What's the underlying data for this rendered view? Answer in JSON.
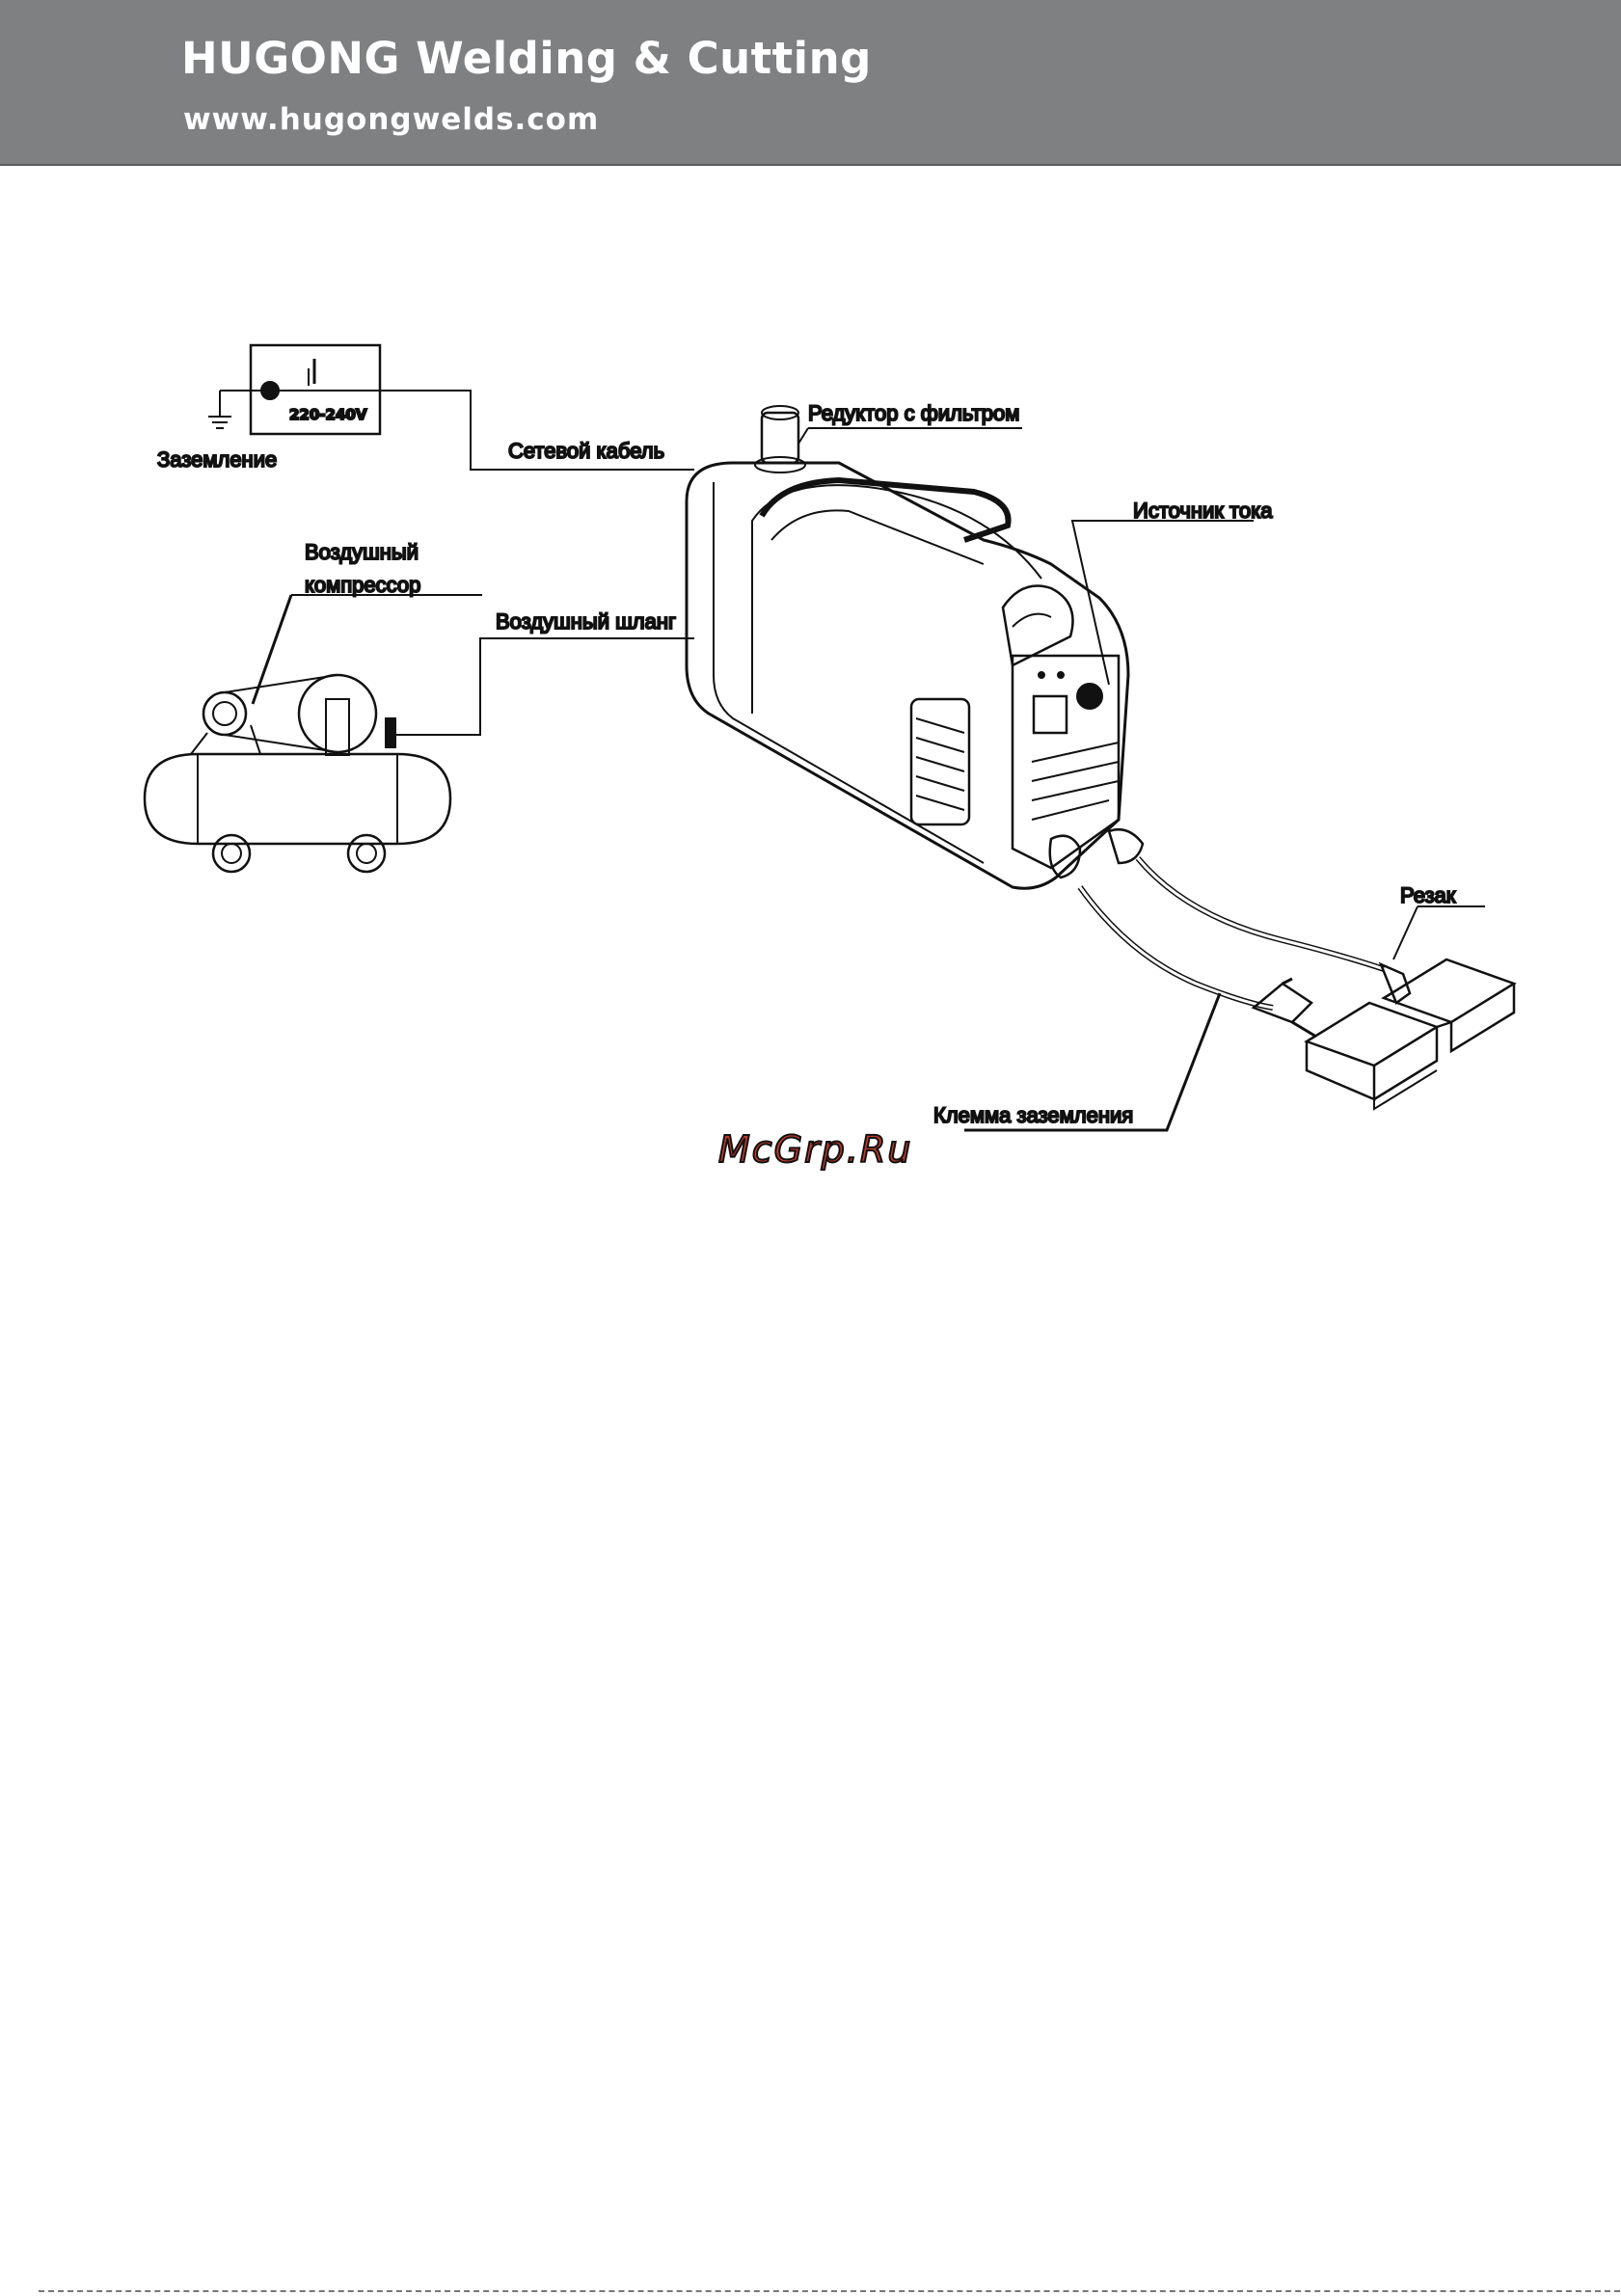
{
  "header": {
    "brand": "HUGONG Welding & Cutting",
    "website": "www.hugongwelds.com",
    "background_color": "#7f8082"
  },
  "diagram": {
    "voltage_box": "220-240V",
    "labels": {
      "ground": "Заземление",
      "mains_cable": "Сетевой кабель",
      "regulator_filter": "Редуктор с фильтром",
      "power_source": "Источник тока",
      "air_compressor_line1": "Воздушный",
      "air_compressor_line2": "компрессор",
      "air_hose": "Воздушный шланг",
      "torch": "Резак",
      "ground_clamp": "Клемма заземления"
    }
  },
  "watermark": {
    "text": "McGrp.Ru",
    "color": "#c0392b"
  }
}
